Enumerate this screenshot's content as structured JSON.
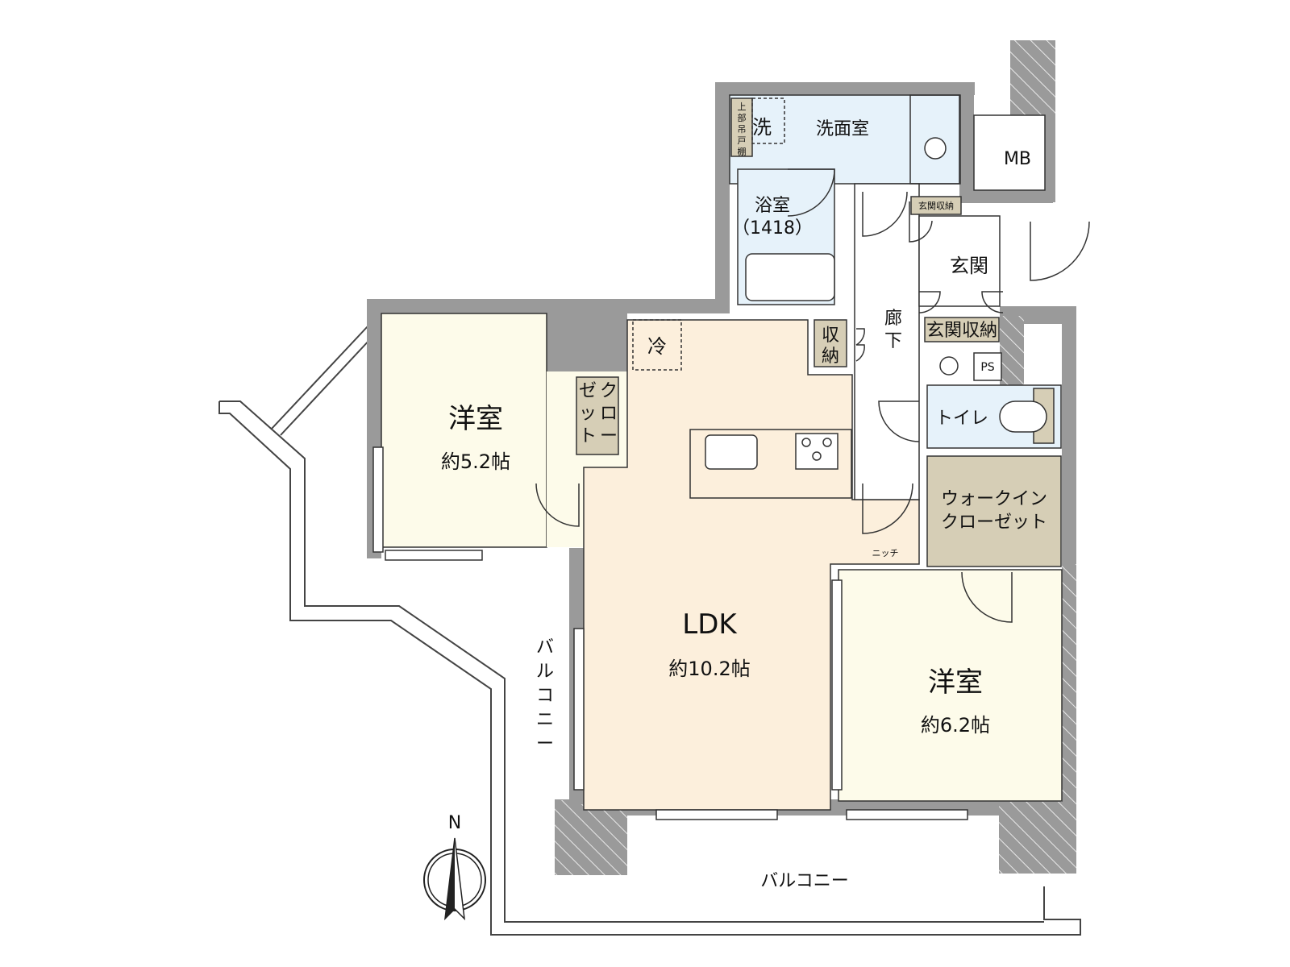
{
  "rooms": {
    "western_room_1": {
      "name": "洋室",
      "size": "約5.2帖"
    },
    "western_room_2": {
      "name": "洋室",
      "size": "約6.2帖"
    },
    "ldk": {
      "name": "LDK",
      "size": "約10.2帖"
    },
    "washroom": "洗面室",
    "laundry_mark": "洗",
    "bathroom": {
      "name": "浴室",
      "spec": "（1418）"
    },
    "entrance": "玄関",
    "entrance_storage_small": "玄関収納",
    "entrance_storage": "玄関収納",
    "corridor": [
      "廊",
      "下"
    ],
    "storage": [
      "収",
      "納"
    ],
    "closet": [
      [
        "ク",
        "ロ",
        "ー"
      ],
      [
        "ゼ",
        "ッ",
        "ト"
      ]
    ],
    "toilet": "トイレ",
    "walk_in_closet": [
      "ウォークイン",
      "クローゼット"
    ],
    "ps": "PS",
    "mb": "MB",
    "fridge": "冷",
    "niche": "ニッチ",
    "upper_cabinet": [
      "上",
      "部",
      "吊",
      "戸",
      "棚"
    ]
  },
  "balcony": "バルコニー",
  "balcony_side": [
    "バ",
    "ル",
    "コ",
    "ニ",
    "ー"
  ],
  "compass": "N",
  "colors": {
    "wall": "#9a9a9a",
    "western_room": "#fdfbea",
    "ldk": "#fcefdc",
    "wet_area": "#e6f2fa",
    "storage": "#d6ceb6",
    "corridor": "#ffffff",
    "outline": "#333333"
  }
}
